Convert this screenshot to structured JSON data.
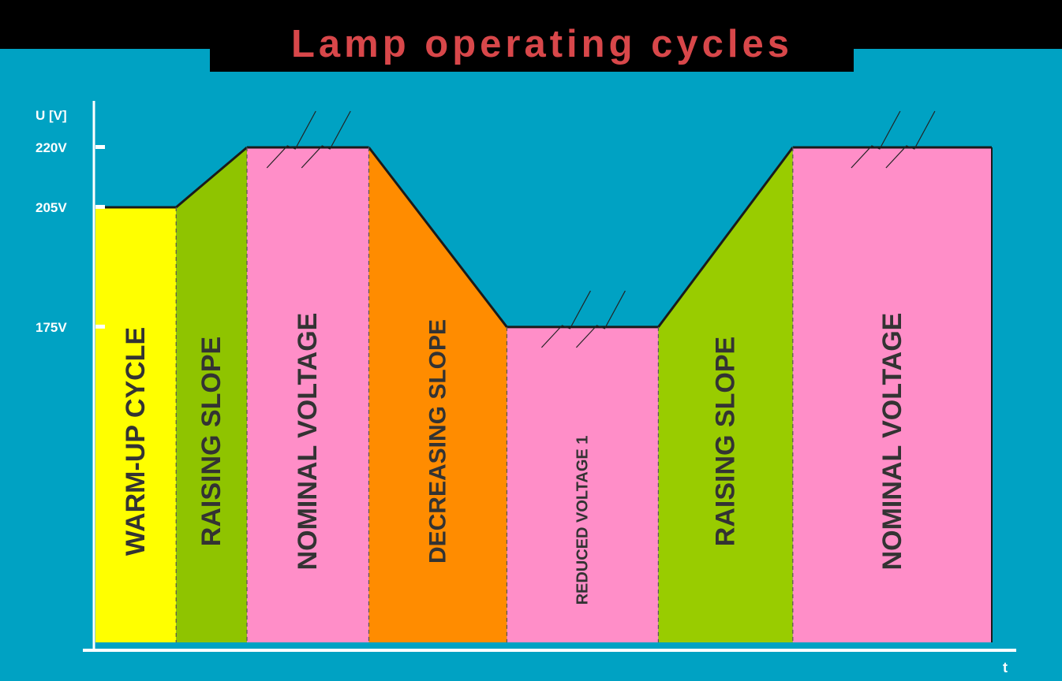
{
  "title": "Lamp operating cycles",
  "colors": {
    "background": "#00A2C3",
    "title_bar": "#000000",
    "title_text": "#D8474A",
    "axis": "#FFFFFF",
    "label_text": "#333333"
  },
  "chart_data": {
    "type": "area",
    "ylabel": "U [V]",
    "xlabel": "t",
    "y_ticks": [
      {
        "value": 220,
        "label": "220V"
      },
      {
        "value": 205,
        "label": "205V"
      },
      {
        "value": 175,
        "label": "175V"
      }
    ],
    "ylim": [
      96,
      231
    ],
    "xlim": [
      0,
      100
    ],
    "segments": [
      {
        "label": "WARM-UP CYCLE",
        "color": "#FFFF00",
        "x_start": 0,
        "x_end": 9.0,
        "v_start": 205,
        "v_end": 205,
        "break": false,
        "label_size": 34
      },
      {
        "label": "RAISING SLOPE",
        "color": "#8FC400",
        "x_start": 9.0,
        "x_end": 16.9,
        "v_start": 205,
        "v_end": 220,
        "break": false,
        "label_size": 34
      },
      {
        "label": "NOMINAL VOLTAGE",
        "color": "#FF8EC8",
        "x_start": 16.9,
        "x_end": 30.5,
        "v_start": 220,
        "v_end": 220,
        "break": true,
        "label_size": 34
      },
      {
        "label": "DECREASING SLOPE",
        "color": "#FF8C00",
        "x_start": 30.5,
        "x_end": 45.9,
        "v_start": 220,
        "v_end": 175,
        "break": false,
        "label_size": 30
      },
      {
        "label": "REDUCED VOLTAGE  1",
        "color": "#FF8EC8",
        "x_start": 45.9,
        "x_end": 62.8,
        "v_start": 175,
        "v_end": 175,
        "break": true,
        "label_size": 20
      },
      {
        "label": "RAISING SLOPE",
        "color": "#99CC00",
        "x_start": 62.8,
        "x_end": 77.8,
        "v_start": 175,
        "v_end": 220,
        "break": false,
        "label_size": 34
      },
      {
        "label": "NOMINAL VOLTAGE",
        "color": "#FF8EC8",
        "x_start": 77.8,
        "x_end": 100,
        "v_start": 220,
        "v_end": 220,
        "break": true,
        "label_size": 34
      }
    ]
  }
}
